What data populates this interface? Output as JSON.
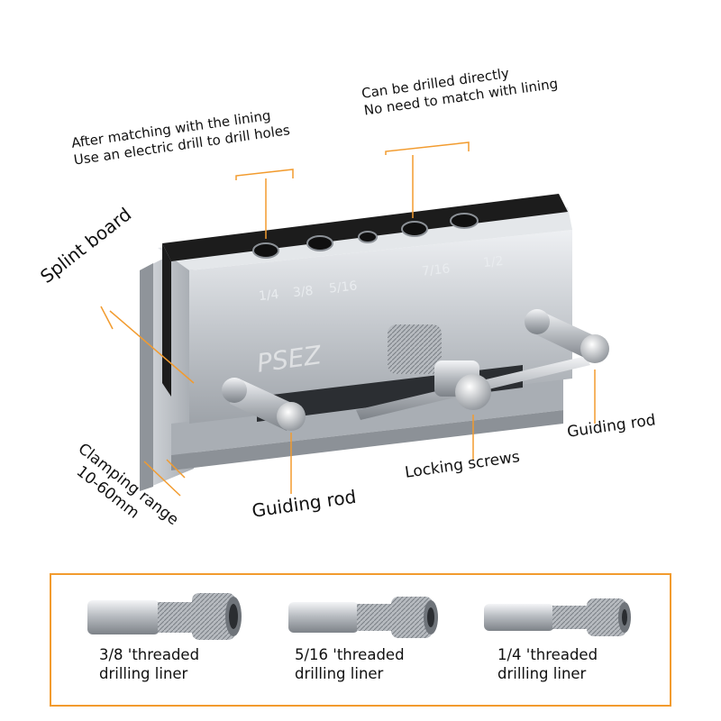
{
  "annotations": {
    "lining": [
      "After matching with the lining",
      "Use an electric drill to drill holes"
    ],
    "direct": [
      "Can be drilled directly",
      "No need to match with lining"
    ],
    "splint_board": "Splint board",
    "guiding_rod_right": "Guiding rod",
    "locking_screws": "Locking screws",
    "guiding_rod_left": "Guiding rod",
    "clamping_range": [
      "Clamping range",
      "10-60mm"
    ]
  },
  "hole_sizes": [
    "1/4",
    "3/8",
    "5/16",
    "7/16",
    "1/2"
  ],
  "watermark": "PSEZ",
  "liners": [
    {
      "line1": "3/8 'threaded",
      "line2": "drilling liner"
    },
    {
      "line1": "5/16 'threaded",
      "line2": "drilling liner"
    },
    {
      "line1": "1/4 'threaded",
      "line2": "drilling liner"
    }
  ],
  "colors": {
    "callout_line": "#f29b2e",
    "aluminum": "#c9cdd2",
    "black_plate": "#1c1c1c"
  }
}
